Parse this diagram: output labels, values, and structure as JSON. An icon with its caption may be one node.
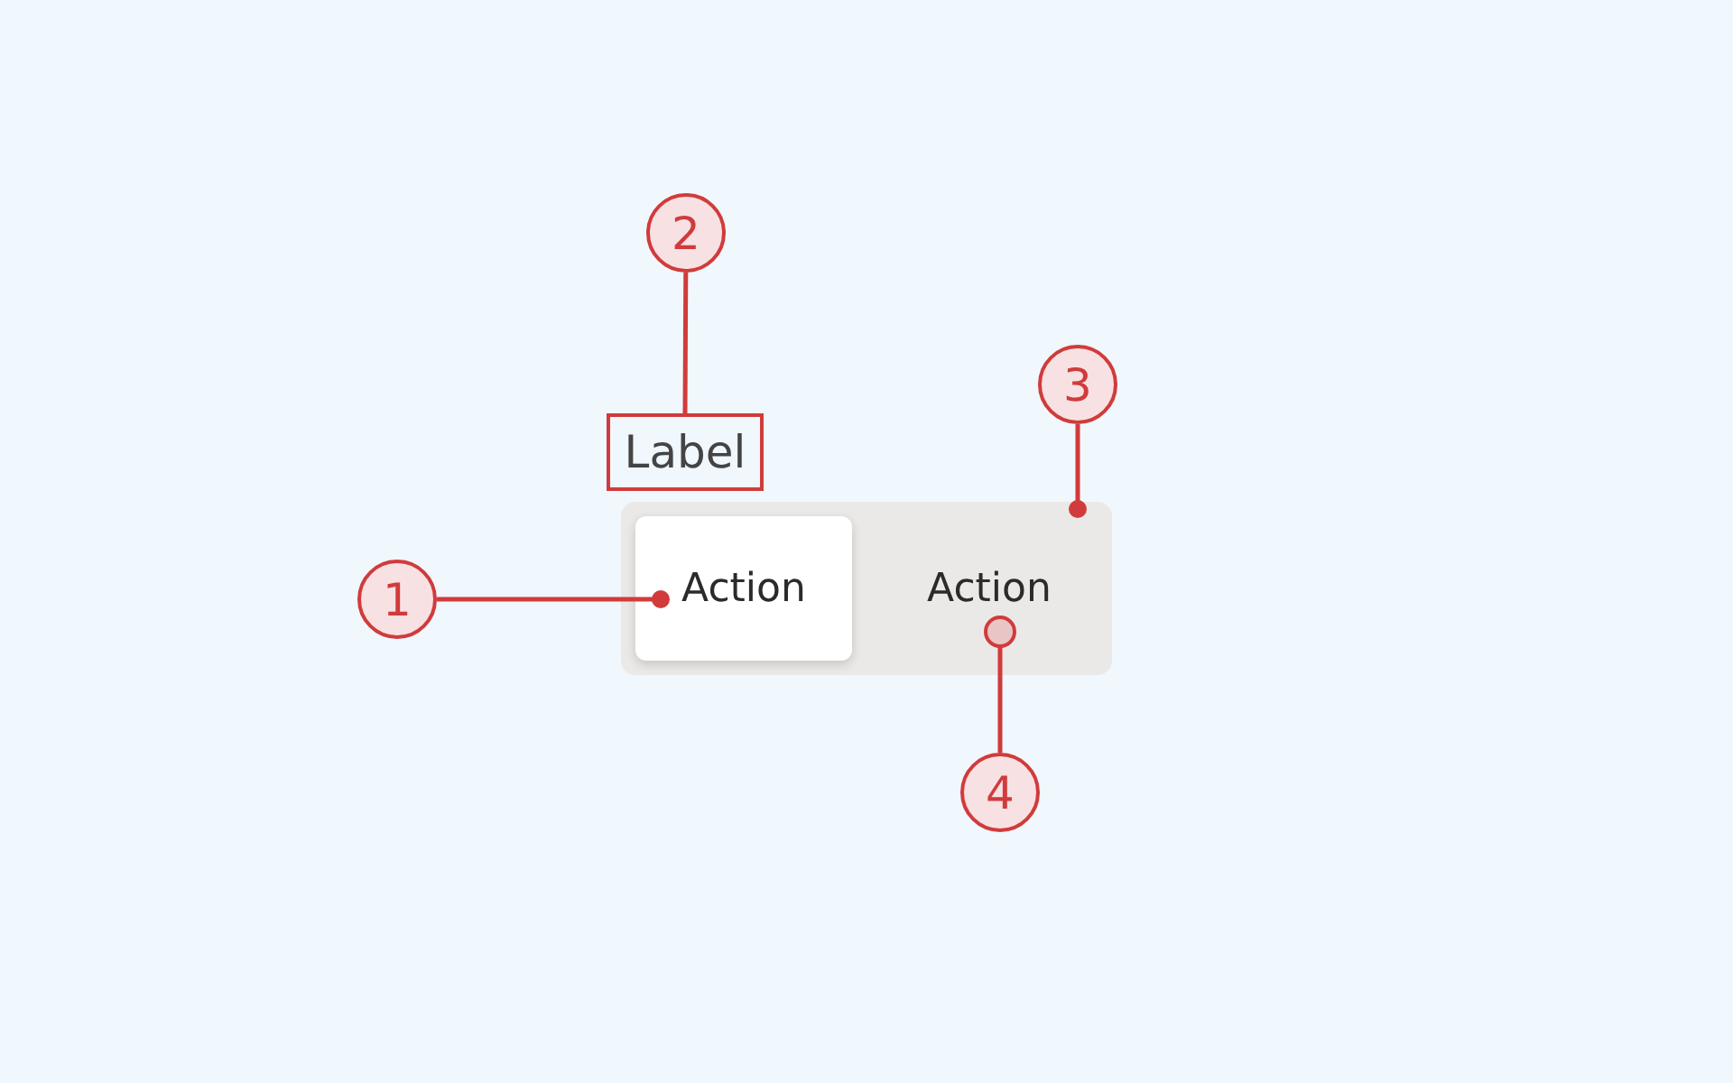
{
  "diagram": {
    "nodes": [
      {
        "text": [
          "1"
        ]
      },
      {
        "text": [
          "2"
        ]
      },
      {
        "text": [
          "3"
        ]
      },
      {
        "text": [
          "4"
        ]
      },
      {
        "text": [
          "Label"
        ]
      },
      {
        "text": [],
        "shape": "box"
      },
      {
        "text": [
          "Action"
        ],
        "in": 5
      },
      {
        "text": [
          "Action"
        ],
        "in": 5
      }
    ],
    "edges": [
      {
        "from": 0,
        "to": 6,
        "arrow": "other"
      },
      {
        "from": 1,
        "to": 4,
        "arrow": "none"
      },
      {
        "from": 2,
        "to": 5,
        "arrow": "other"
      },
      {
        "from": 3,
        "to": 7,
        "arrow": "other"
      }
    ]
  }
}
